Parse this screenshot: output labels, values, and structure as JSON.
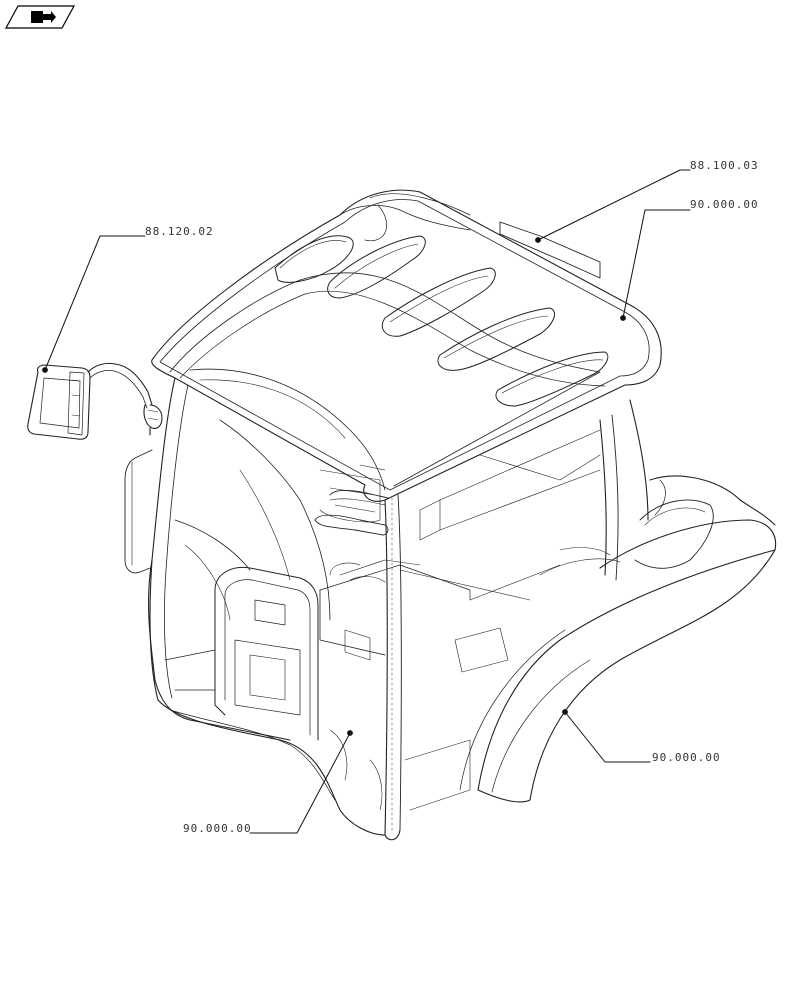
{
  "callouts": {
    "label_a": "88.100.03",
    "label_b": "90.000.00",
    "label_c": "88.120.02",
    "label_d": "90.000.00",
    "label_e": "90.000.00"
  },
  "icons": {
    "nav": "arrow-right-icon"
  }
}
